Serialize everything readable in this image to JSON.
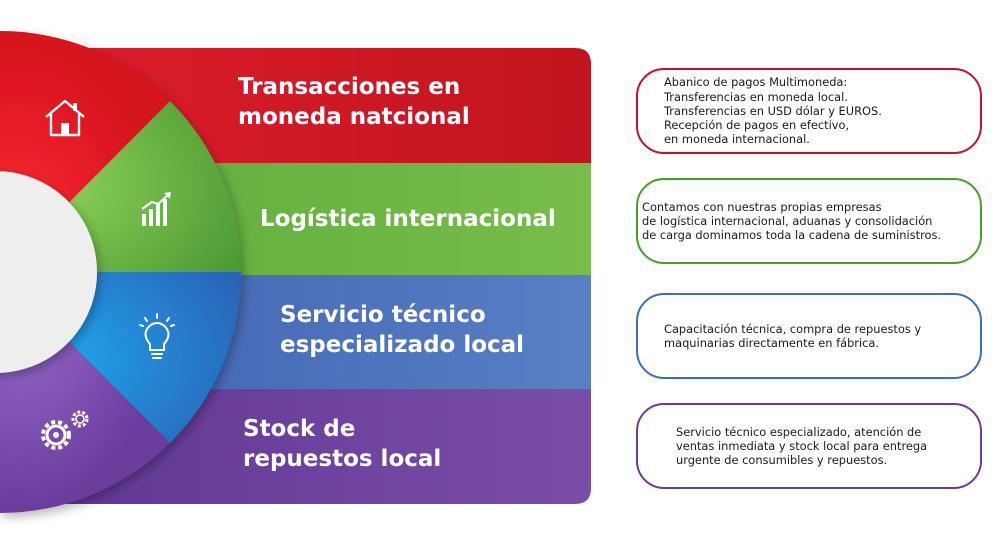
{
  "sections": [
    {
      "title_lines": [
        "Transacciones en",
        "moneda natcional"
      ],
      "icon": "house-icon",
      "color": "#c8102e",
      "description": "Abanico de pagos Multimoneda:\nTransferencias en moneda local.\nTransferencias en USD dólar y EUROS.\nRecepción de pagos en efectivo,\nen moneda internacional."
    },
    {
      "title_lines": [
        "Logística internacional"
      ],
      "icon": "growth-chart-icon",
      "color": "#4a9d2a",
      "description": "Contamos con nuestras propias empresas\nde logística internacional, aduanas y consolidación\nde carga dominamos toda la cadena de suministros."
    },
    {
      "title_lines": [
        "Servicio técnico",
        "especializado local"
      ],
      "icon": "lightbulb-icon",
      "color": "#3c6fb6",
      "description": "Capacitación técnica, compra de repuestos y\nmaquinarias directamente en fábrica."
    },
    {
      "title_lines": [
        "Stock de",
        "repuestos local"
      ],
      "icon": "gears-icon",
      "color": "#6d3a99",
      "description": "Servicio técnico especializado, atención de\nventas inmediata y stock local para entrega\nurgente de consumibles y repuestos."
    }
  ]
}
